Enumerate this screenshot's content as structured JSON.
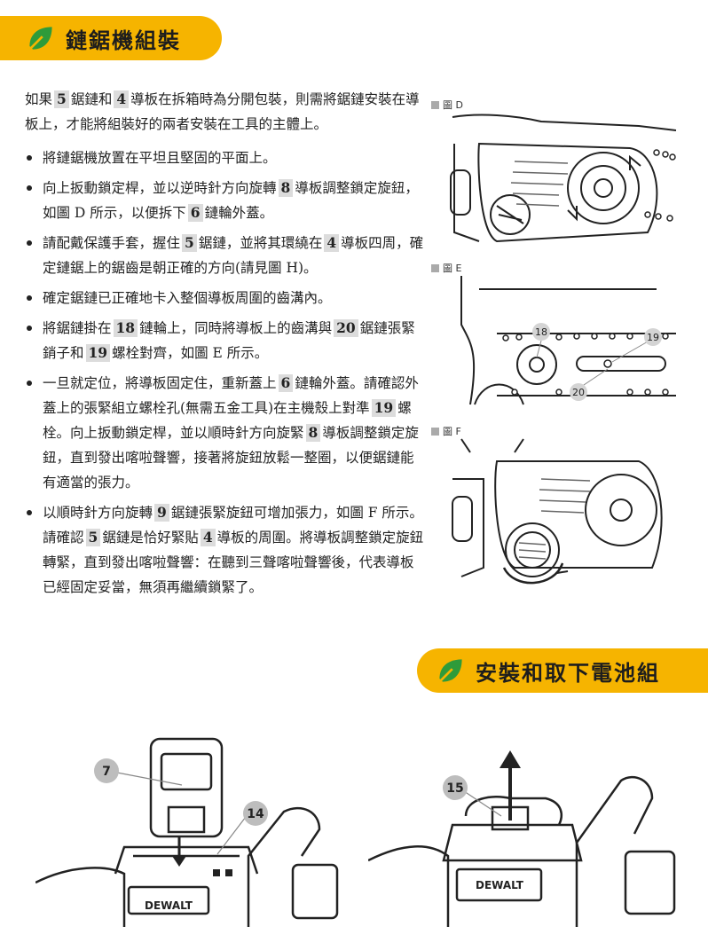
{
  "section1": {
    "title": "鏈鋸機組裝",
    "intro": {
      "t1": "如果",
      "n1": "5",
      "t2": "鋸鏈和",
      "n2": "4",
      "t3": "導板在拆箱時為分開包裝，則需將鋸鏈安裝在導板上，才能將組裝好的兩者安裝在工具的主體上。"
    },
    "steps": [
      {
        "t1": "將鏈鋸機放置在平坦且堅固的平面上。"
      },
      {
        "t1": "向上扳動鎖定桿，並以逆時針方向旋轉",
        "n1": "8",
        "t2": "導板調整鎖定旋鈕，如圖 D 所示，以便拆下",
        "n2": "6",
        "t3": "鏈輪外蓋。"
      },
      {
        "t1": "請配戴保護手套，握住",
        "n1": "5",
        "t2": "鋸鏈，並將其環繞在",
        "n2": "4",
        "t3": "導板四周，確定鏈鋸上的鋸齒是朝正確的方向(請見圖 H)。"
      },
      {
        "t1": "確定鋸鏈已正確地卡入整個導板周圍的齒溝內。"
      },
      {
        "t1": "將鋸鏈掛在",
        "n1": "18",
        "t2": "鏈輪上，同時將導板上的齒溝與",
        "n2": "20",
        "t3": "鋸鏈張緊銷子和",
        "n3": "19",
        "t4": "螺栓對齊，如圖 E 所示。"
      },
      {
        "t1": "一旦就定位，將導板固定住，重新蓋上",
        "n1": "6",
        "t2": "鏈輪外蓋。請確認外蓋上的張緊組立螺栓孔(無需五金工具)在主機殼上對準",
        "n2": "19",
        "t3": "螺栓。向上扳動鎖定桿，並以順時針方向旋緊",
        "n3": "8",
        "t4": "導板調整鎖定旋鈕，直到發出喀啦聲響，接著將旋鈕放鬆一整圈，以便鋸鏈能有適當的張力。"
      },
      {
        "t1": "以順時針方向旋轉",
        "n1": "9",
        "t2": "鋸鏈張緊旋鈕可增加張力，如圖 F 所示。請確認",
        "n2": "5",
        "t3": "鋸鏈是恰好緊貼",
        "n3": "4",
        "t4": "導板的周圍。將導板調整鎖定旋鈕轉緊，直到發出喀啦聲響：在聽到三聲喀啦聲響後，代表導板已經固定妥當，無須再繼續鎖緊了。"
      }
    ],
    "figures": {
      "d_label": "圖 D",
      "e_label": "圖 E",
      "f_label": "圖 F",
      "e_callouts": [
        "18",
        "19",
        "20"
      ]
    }
  },
  "section2": {
    "title": "安裝和取下電池組",
    "left_callouts": [
      "7",
      "14"
    ],
    "right_callouts": [
      "15"
    ],
    "brand": "DEWALT"
  },
  "colors": {
    "banner": "#f6b400",
    "leaf": "#2e9b3a",
    "badge": "#dcdcdc"
  },
  "icons": {
    "banner_icon": "leaf-icon"
  }
}
